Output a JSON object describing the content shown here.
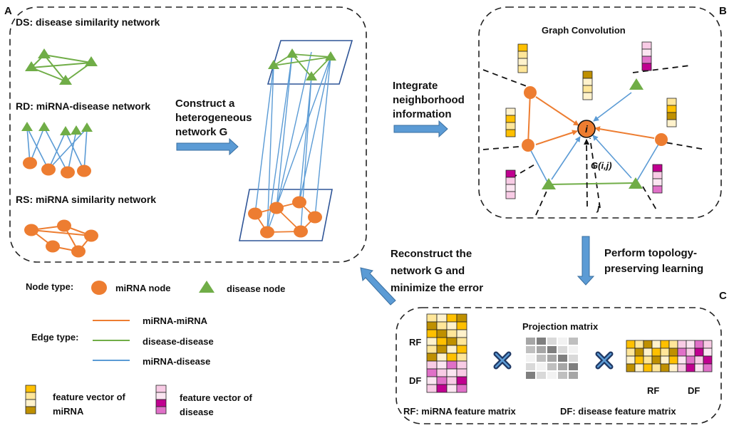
{
  "panels": {
    "a": {
      "letter": "A",
      "ds_label": "DS: disease similarity network",
      "rd_label": "RD: miRNA-disease network",
      "rs_label": "RS: miRNA similarity network",
      "construct": [
        "Construct a",
        "heterogeneous",
        "network G"
      ]
    },
    "b": {
      "letter": "B",
      "title": "Graph Convolution",
      "center_node": "i",
      "edge_label": "G(i,j)",
      "neighbor_label": "j"
    },
    "c": {
      "letter": "C",
      "projection": "Projection matrix",
      "rf_side": "RF",
      "df_side": "DF",
      "rf_bottom": "RF",
      "df_bottom": "DF",
      "rf_caption": "RF: miRNA feature matrix",
      "df_caption": "DF: disease feature matrix"
    }
  },
  "steps": {
    "integrate": [
      "Integrate",
      "neighborhood",
      "information"
    ],
    "topology": [
      "Perform topology-",
      "preserving learning"
    ],
    "reconstruct": [
      "Reconstruct the",
      "network G and",
      "minimize the error"
    ]
  },
  "legend": {
    "node_type_label": "Node type:",
    "mirna_node": "miRNA node",
    "disease_node": "disease node",
    "edge_type_label": "Edge type:",
    "edges": [
      {
        "label": "miRNA-miRNA",
        "color": "#ED7D31"
      },
      {
        "label": "disease-disease",
        "color": "#70AD47"
      },
      {
        "label": "miRNA-disease",
        "color": "#5B9BD5"
      }
    ],
    "feat_mirna": [
      "feature vector of",
      "miRNA"
    ],
    "feat_disease": [
      "feature vector of",
      "disease"
    ]
  },
  "colors": {
    "mirna": "#ED7D31",
    "disease": "#70AD47",
    "link": "#5B9BD5",
    "arrow_fill": "#5B9BD5",
    "gold": [
      "#FFE699",
      "#FFC000",
      "#BF9000",
      "#FFF2CC"
    ],
    "pink": [
      "#F8CBE5",
      "#E070C8",
      "#C00090",
      "#FBE5F1"
    ]
  }
}
